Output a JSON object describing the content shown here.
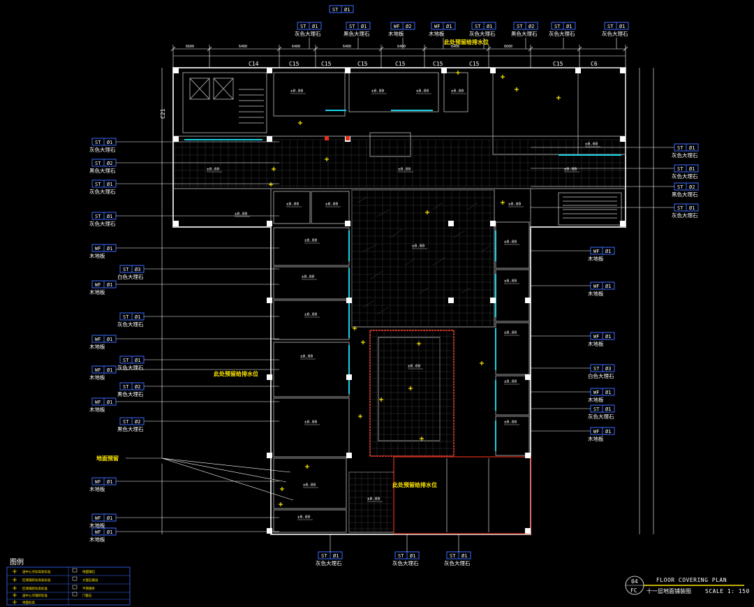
{
  "drawing": {
    "number": "04",
    "sheet_code": "FC",
    "title_en": "FLOOR COVERING PLAN",
    "title_cn": "十一层地面铺装图",
    "scale": "SCALE 1: 150"
  },
  "legend": {
    "title": "图例",
    "items": [
      "送中心点标高处标准",
      "区域铺装标高处标准",
      "区域铺装标高标准",
      "送中心点铺装标准",
      "地面标高",
      "地面铺石",
      "大理石铺设",
      "不锈钢条",
      "门槛石"
    ]
  },
  "notes": {
    "drain_top": "此处预留给排水位",
    "drain_mid": "此处预留给排水位",
    "drain_bottom": "此处预留给排水位",
    "floor_drain": "地面预留"
  },
  "axes": {
    "top": [
      "C14",
      "C15",
      "C15",
      "C15",
      "C15",
      "C15",
      "C15",
      "C15",
      "C6"
    ],
    "left": "C21"
  },
  "levels": [
    "±0.00"
  ],
  "top_dims": [
    "6600",
    "6400",
    "6400",
    "6400",
    "6400",
    "6400",
    "6600"
  ],
  "materials": {
    "ST_01": {
      "code": "ST",
      "num": "Ø1",
      "name": "灰色大理石"
    },
    "ST_02": {
      "code": "ST",
      "num": "Ø2",
      "name": "黑色大理石"
    },
    "ST_03": {
      "code": "ST",
      "num": "Ø3",
      "name": "白色大理石"
    },
    "WF_01": {
      "code": "WF",
      "num": "Ø1",
      "name": "木地板"
    },
    "WF_02": {
      "code": "WF",
      "num": "Ø2",
      "name": "木地板"
    }
  },
  "tags_top": [
    {
      "code": "ST",
      "num": "Ø1",
      "name": "灰色大理石"
    },
    {
      "code": "ST",
      "num": "Ø1",
      "name": "黑色大理石"
    },
    {
      "code": "WF",
      "num": "Ø2",
      "name": "木地板"
    },
    {
      "code": "WF",
      "num": "Ø1",
      "name": "木地板"
    },
    {
      "code": "ST",
      "num": "Ø1",
      "name": "灰色大理石"
    },
    {
      "code": "ST",
      "num": "Ø2",
      "name": "黑色大理石"
    },
    {
      "code": "ST",
      "num": "Ø1",
      "name": "灰色大理石"
    },
    {
      "code": "ST",
      "num": "Ø1",
      "name": "灰色大理石"
    }
  ],
  "tags_left": [
    {
      "code": "ST",
      "num": "Ø1",
      "name": "灰色大理石"
    },
    {
      "code": "ST",
      "num": "Ø2",
      "name": "黑色大理石"
    },
    {
      "code": "ST",
      "num": "Ø1",
      "name": "灰色大理石"
    },
    {
      "code": "ST",
      "num": "Ø1",
      "name": "灰色大理石"
    },
    {
      "code": "WF",
      "num": "Ø1",
      "name": "木地板"
    },
    {
      "code": "ST",
      "num": "Ø3",
      "name": "白色大理石"
    },
    {
      "code": "WF",
      "num": "Ø1",
      "name": "木地板"
    },
    {
      "code": "ST",
      "num": "Ø1",
      "name": "灰色大理石"
    },
    {
      "code": "WF",
      "num": "Ø1",
      "name": "木地板"
    },
    {
      "code": "ST",
      "num": "Ø1",
      "name": "灰色大理石"
    },
    {
      "code": "WF",
      "num": "Ø1",
      "name": "木地板"
    },
    {
      "code": "ST",
      "num": "Ø2",
      "name": "黑色大理石"
    },
    {
      "code": "WF",
      "num": "Ø1",
      "name": "木地板"
    },
    {
      "code": "ST",
      "num": "Ø2",
      "name": "黑色大理石"
    },
    {
      "code": "WF",
      "num": "Ø1",
      "name": "木地板"
    },
    {
      "code": "WF",
      "num": "Ø1",
      "name": "木地板"
    },
    {
      "code": "WF",
      "num": "Ø1",
      "name": "木地板"
    }
  ],
  "tags_right": [
    {
      "code": "ST",
      "num": "Ø1",
      "name": "灰色大理石"
    },
    {
      "code": "ST",
      "num": "Ø1",
      "name": "灰色大理石"
    },
    {
      "code": "ST",
      "num": "Ø2",
      "name": "黑色大理石"
    },
    {
      "code": "ST",
      "num": "Ø1",
      "name": "灰色大理石"
    },
    {
      "code": "WF",
      "num": "Ø1",
      "name": "木地板"
    },
    {
      "code": "WF",
      "num": "Ø1",
      "name": "木地板"
    },
    {
      "code": "WF",
      "num": "Ø1",
      "name": "木地板"
    },
    {
      "code": "ST",
      "num": "Ø3",
      "name": "白色大理石"
    },
    {
      "code": "WF",
      "num": "Ø1",
      "name": "木地板"
    },
    {
      "code": "ST",
      "num": "Ø1",
      "name": "灰色大理石"
    },
    {
      "code": "WF",
      "num": "Ø1",
      "name": "木地板"
    }
  ],
  "tags_bottom": [
    {
      "code": "ST",
      "num": "Ø1",
      "name": "灰色大理石"
    },
    {
      "code": "ST",
      "num": "Ø1",
      "name": "灰色大理石"
    },
    {
      "code": "ST",
      "num": "Ø1",
      "name": "灰色大理石"
    }
  ],
  "colors": {
    "background": "#000000",
    "tag_border": "#3b6bff",
    "text": "#ffffff",
    "annotation": "#ffe800",
    "highlight_cyan": "#19d3e6",
    "highlight_red": "#e0301e"
  }
}
